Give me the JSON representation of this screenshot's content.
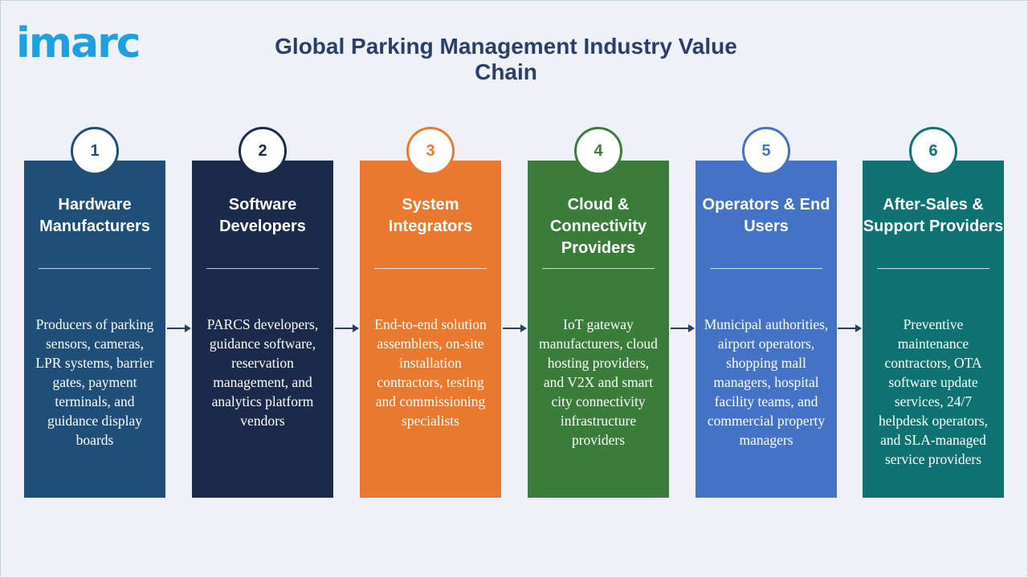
{
  "logo": {
    "text": "imarc"
  },
  "title": "Global Parking Management Industry Value Chain",
  "stages": [
    {
      "number": "1",
      "title": "Hardware Manufacturers",
      "description": "Producers of parking sensors, cameras, LPR systems, barrier gates, payment terminals, and guidance display boards",
      "color": "#1f4e79"
    },
    {
      "number": "2",
      "title": "Software Developers",
      "description": "PARCS developers, guidance software, reservation management, and analytics platform vendors",
      "color": "#1b2a4a"
    },
    {
      "number": "3",
      "title": "System Integrators",
      "description": "End-to-end solution assemblers, on-site installation contractors, testing and commissioning specialists",
      "color": "#e8792e"
    },
    {
      "number": "4",
      "title": "Cloud & Connectivity Providers",
      "description": "IoT gateway manufacturers, cloud hosting providers, and V2X and smart city connectivity infrastructure providers",
      "color": "#3a7d3a"
    },
    {
      "number": "5",
      "title": "Operators & End Users",
      "description": "Municipal authorities, airport operators, shopping mall managers, hospital facility teams, and commercial property managers",
      "color": "#4472c4"
    },
    {
      "number": "6",
      "title": "After-Sales & Support Providers",
      "description": "Preventive maintenance contractors, OTA software update services, 24/7 helpdesk operators, and SLA-managed service providers",
      "color": "#0f7272"
    }
  ],
  "arrow_color": "#2b3f66"
}
